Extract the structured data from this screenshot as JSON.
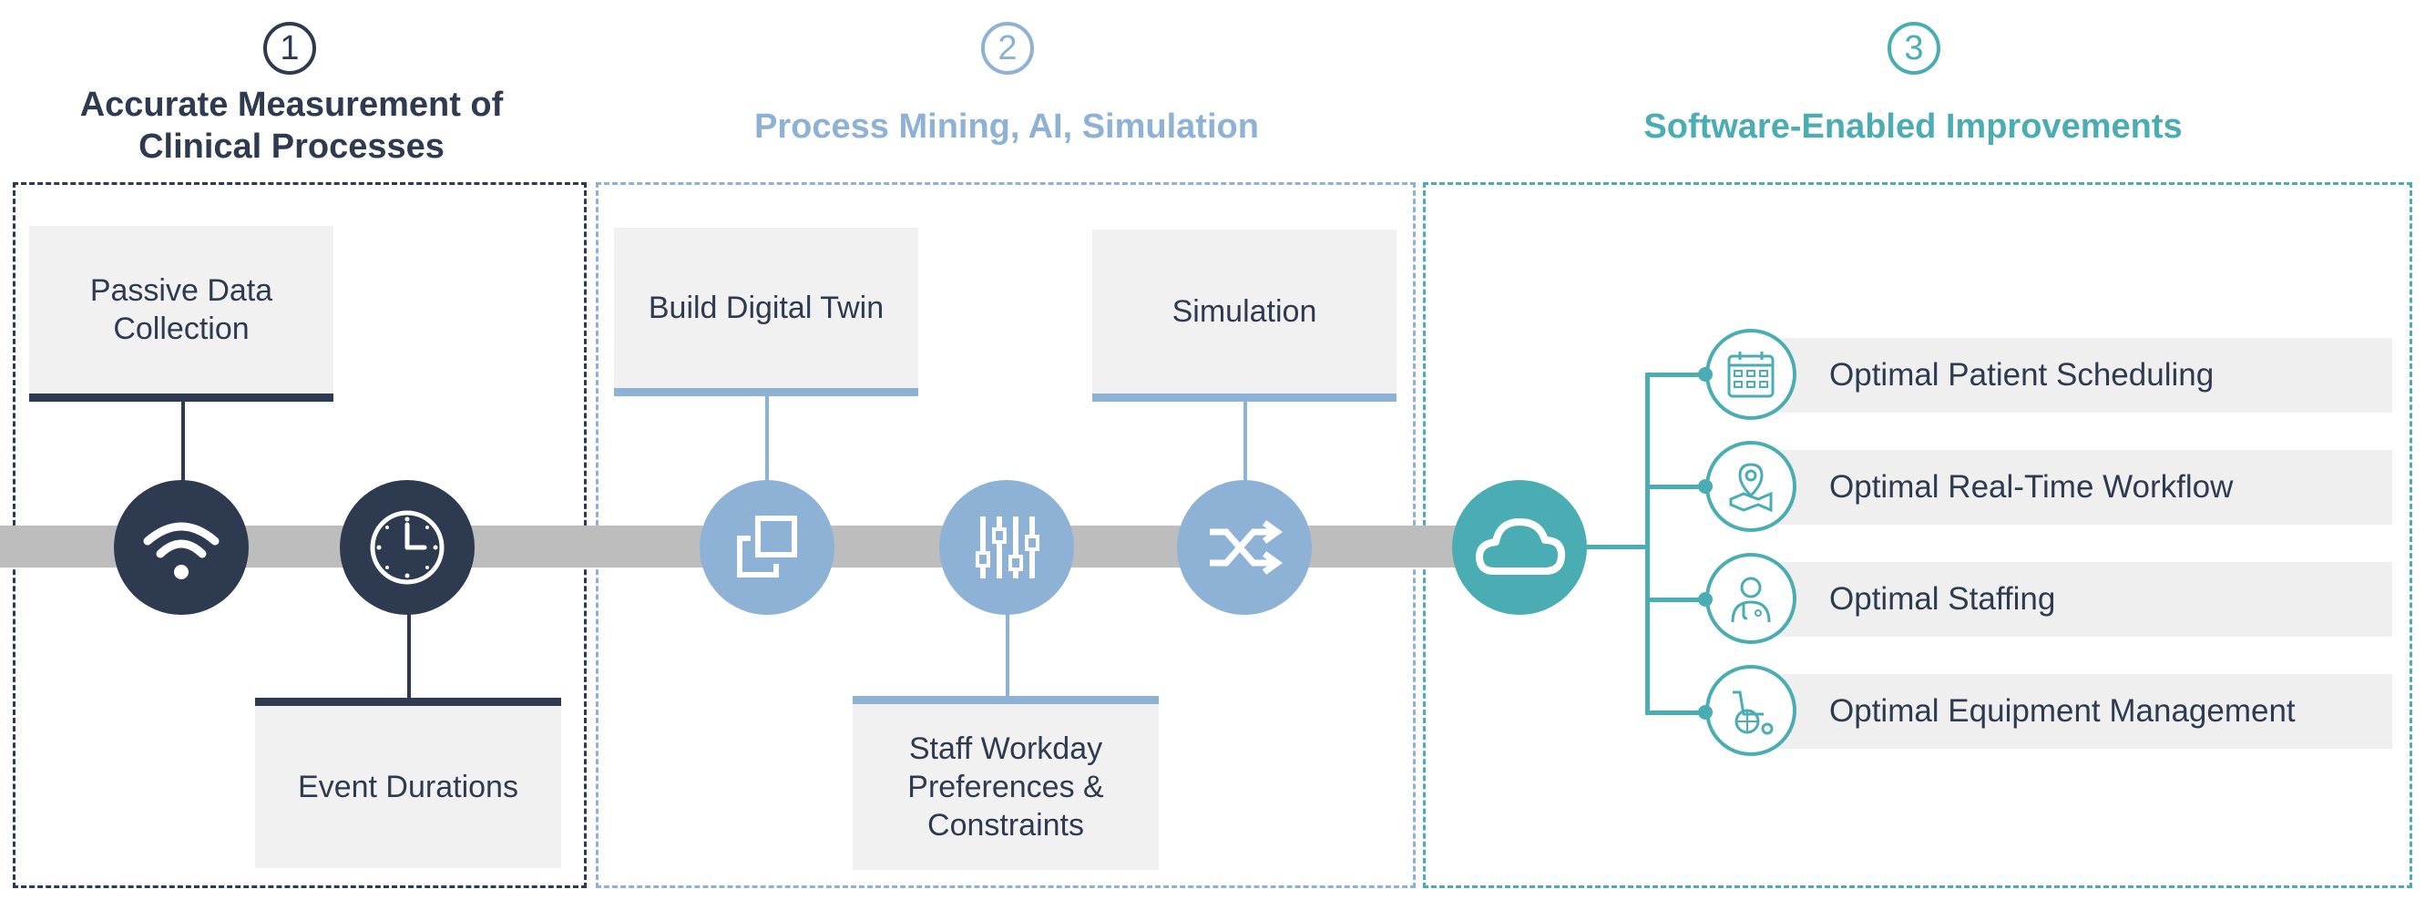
{
  "colors": {
    "dark": "#2e3a4f",
    "blue": "#8eb1d6",
    "teal": "#4aadb3",
    "track": "#bdbdbd",
    "label_bg": "#f1f1f1"
  },
  "sections": [
    {
      "number": "1",
      "title_line1": "Accurate Measurement of",
      "title_line2": "Clinical Processes",
      "color": "#2e3a4f"
    },
    {
      "number": "2",
      "title": "Process Mining, AI, Simulation",
      "color": "#8eb1d6"
    },
    {
      "number": "3",
      "title": "Software-Enabled Improvements",
      "color": "#4aadb3"
    }
  ],
  "labels": {
    "passive_data_line1": "Passive Data",
    "passive_data_line2": "Collection",
    "event_durations": "Event Durations",
    "build_digital_twin": "Build Digital Twin",
    "simulation": "Simulation",
    "staff_line1": "Staff Workday",
    "staff_line2": "Preferences &",
    "staff_line3": "Constraints"
  },
  "nodes": [
    {
      "icon": "wifi-icon",
      "color": "#2e3a4f"
    },
    {
      "icon": "clock-icon",
      "color": "#2e3a4f"
    },
    {
      "icon": "copy-icon",
      "color": "#8eb1d6"
    },
    {
      "icon": "sliders-icon",
      "color": "#8eb1d6"
    },
    {
      "icon": "shuffle-icon",
      "color": "#8eb1d6"
    },
    {
      "icon": "cloud-icon",
      "color": "#4aadb3"
    }
  ],
  "improvements": [
    {
      "label": "Optimal Patient Scheduling",
      "icon": "calendar-icon"
    },
    {
      "label": "Optimal Real-Time Workflow",
      "icon": "map-pin-icon"
    },
    {
      "label": "Optimal Staffing",
      "icon": "doctor-icon"
    },
    {
      "label": "Optimal Equipment Management",
      "icon": "wheelchair-icon"
    }
  ]
}
